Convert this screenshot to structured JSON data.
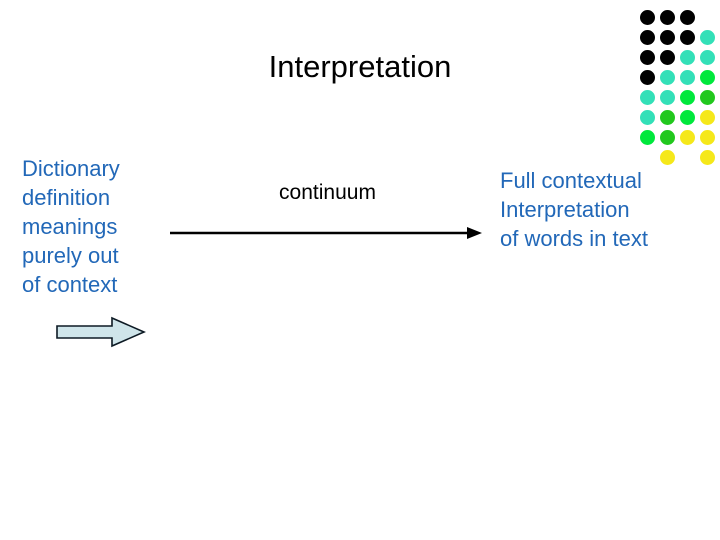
{
  "slide": {
    "title": "Interpretation",
    "background_color": "#ffffff",
    "title_color": "#000000",
    "accent_text_color": "#2268b8"
  },
  "left_block": {
    "name": "dictionary-definition-text",
    "text": "Dictionary definition meanings purely out of context",
    "lines": [
      "Dictionary",
      "definition",
      "meanings",
      "purely out",
      "of context"
    ],
    "color": "#2268b8"
  },
  "center": {
    "label": "continuum",
    "label_color": "#000000",
    "arrow_color": "#000000"
  },
  "right_block": {
    "name": "full-contextual-interpretation-text",
    "text": "Full contextual Interpretation of words in text",
    "lines": [
      "Full contextual",
      "Interpretation",
      "of words in text"
    ],
    "color": "#2268b8"
  },
  "block_arrow": {
    "name": "block-arrow-right",
    "fill": "#cfe5ea",
    "stroke": "#0d1a24"
  },
  "dot_grid": {
    "name": "decorative-dot-grid",
    "columns": 5,
    "rows": 8,
    "cell": 20,
    "dot_size": 15,
    "colors": {
      "black": "#000000",
      "cyan": "#33e0b8",
      "spring": "#00e87a",
      "green": "#22c81e",
      "yellow": "#f5e81a"
    },
    "cells": [
      {
        "c": 0,
        "r": 0,
        "color": "#000000"
      },
      {
        "c": 1,
        "r": 0,
        "color": "#000000"
      },
      {
        "c": 2,
        "r": 0,
        "color": "#000000"
      },
      {
        "c": 0,
        "r": 1,
        "color": "#000000"
      },
      {
        "c": 1,
        "r": 1,
        "color": "#000000"
      },
      {
        "c": 2,
        "r": 1,
        "color": "#000000"
      },
      {
        "c": 3,
        "r": 1,
        "color": "#33e0b8"
      },
      {
        "c": 0,
        "r": 2,
        "color": "#000000"
      },
      {
        "c": 1,
        "r": 2,
        "color": "#000000"
      },
      {
        "c": 2,
        "r": 2,
        "color": "#33e0b8"
      },
      {
        "c": 3,
        "r": 2,
        "color": "#33e0b8"
      },
      {
        "c": 4,
        "r": 2,
        "color": "#00e83c"
      },
      {
        "c": 0,
        "r": 3,
        "color": "#000000"
      },
      {
        "c": 1,
        "r": 3,
        "color": "#33e0b8"
      },
      {
        "c": 2,
        "r": 3,
        "color": "#33e0b8"
      },
      {
        "c": 3,
        "r": 3,
        "color": "#00e83c"
      },
      {
        "c": 0,
        "r": 4,
        "color": "#33e0b8"
      },
      {
        "c": 1,
        "r": 4,
        "color": "#33e0b8"
      },
      {
        "c": 2,
        "r": 4,
        "color": "#00e83c"
      },
      {
        "c": 3,
        "r": 4,
        "color": "#22c81e"
      },
      {
        "c": 4,
        "r": 4,
        "color": "#f5e81a"
      },
      {
        "c": 0,
        "r": 5,
        "color": "#33e0b8"
      },
      {
        "c": 1,
        "r": 5,
        "color": "#22c81e"
      },
      {
        "c": 2,
        "r": 5,
        "color": "#00e83c"
      },
      {
        "c": 3,
        "r": 5,
        "color": "#f5e81a"
      },
      {
        "c": 0,
        "r": 6,
        "color": "#00e83c"
      },
      {
        "c": 1,
        "r": 6,
        "color": "#22c81e"
      },
      {
        "c": 2,
        "r": 6,
        "color": "#f5e81a"
      },
      {
        "c": 3,
        "r": 6,
        "color": "#f5e81a"
      },
      {
        "c": 1,
        "r": 7,
        "color": "#f5e81a"
      },
      {
        "c": 3,
        "r": 7,
        "color": "#f5e81a"
      }
    ]
  }
}
